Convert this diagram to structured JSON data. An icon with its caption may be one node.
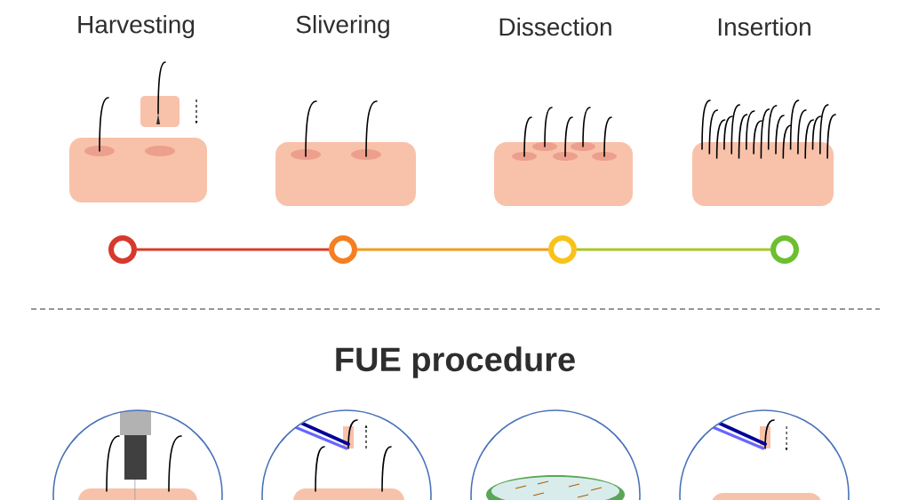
{
  "diagram": {
    "nodes": [
      {
        "text": [],
        "shape": "circle"
      },
      {
        "text": [],
        "shape": "circle"
      },
      {
        "text": [],
        "shape": "circle"
      },
      {
        "text": [],
        "shape": "circle"
      }
    ],
    "edges": [
      {
        "from": 0,
        "to": 1,
        "arrow": "none",
        "color": "#d93a2b"
      },
      {
        "from": 1,
        "to": 2,
        "arrow": "none",
        "color": "#f39a1c"
      },
      {
        "from": 2,
        "to": 3,
        "arrow": "none",
        "color": "#a9c72a"
      }
    ],
    "labels": [
      "Harvesting",
      "Slivering",
      "Dissection",
      "Insertion",
      "FUE procedure"
    ]
  }
}
